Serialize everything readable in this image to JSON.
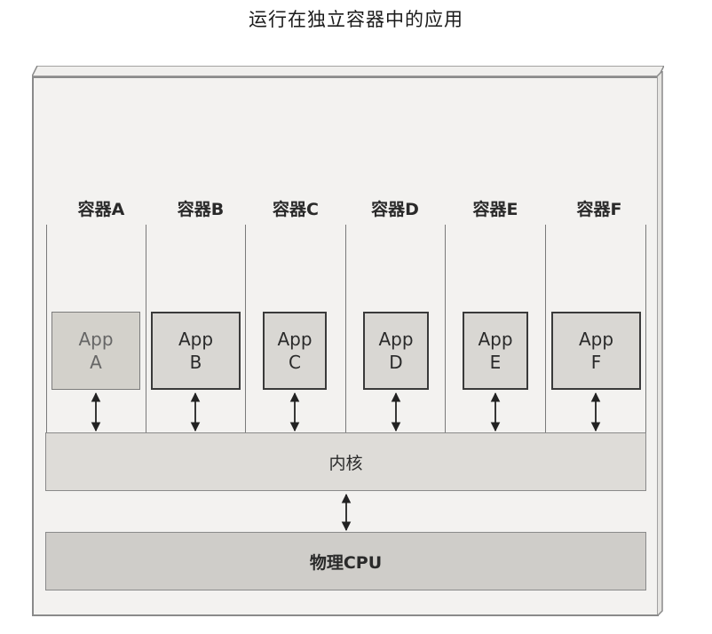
{
  "title": "运行在独立容器中的应用",
  "containers": [
    {
      "label": "容器A",
      "app_line1": "App",
      "app_line2": "A"
    },
    {
      "label": "容器B",
      "app_line1": "App",
      "app_line2": "B"
    },
    {
      "label": "容器C",
      "app_line1": "App",
      "app_line2": "C"
    },
    {
      "label": "容器D",
      "app_line1": "App",
      "app_line2": "D"
    },
    {
      "label": "容器E",
      "app_line1": "App",
      "app_line2": "E"
    },
    {
      "label": "容器F",
      "app_line1": "App",
      "app_line2": "F"
    }
  ],
  "kernel_label": "内核",
  "cpu_label": "物理CPU"
}
